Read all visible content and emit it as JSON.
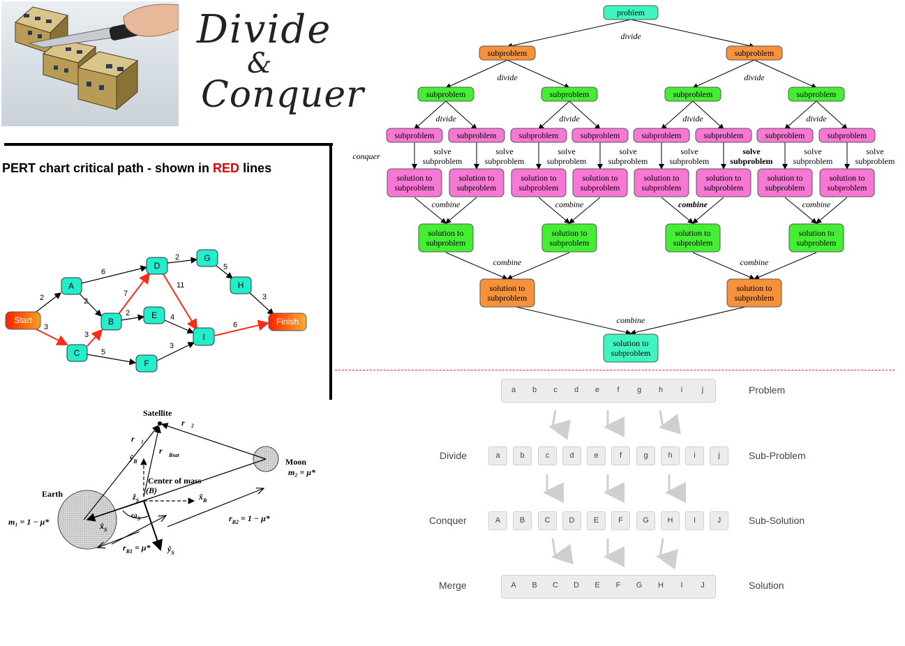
{
  "colors": {
    "teal": "#3ef5c0",
    "orange": "#f7923a",
    "green": "#44ee33",
    "pink": "#f777d4",
    "critical": "#ff2a1a",
    "pert_node": "#22eecc",
    "divider_red": "#e02020"
  },
  "title_graphic": {
    "line1": "Divide",
    "line2": "&",
    "line3": "Conquer"
  },
  "pert": {
    "title_prefix": "PERT chart critical path - shown in ",
    "title_red": "RED",
    "title_suffix": " lines",
    "nodes": [
      "Start",
      "A",
      "B",
      "C",
      "D",
      "E",
      "F",
      "G",
      "H",
      "I",
      "Finish"
    ],
    "edge_weights": [
      "2",
      "3",
      "6",
      "2",
      "3",
      "5",
      "7",
      "2",
      "11",
      "2",
      "4",
      "3",
      "5",
      "3",
      "6"
    ]
  },
  "physics": {
    "satellite": "Satellite",
    "moon": "Moon",
    "moon_mass": "m₂ = μ*",
    "earth": "Earth",
    "earth_mass": "m₁ = 1 − μ*",
    "center_of_mass": "Center of mass",
    "center_b": "(B)",
    "r1": "r⃗₁",
    "r2": "r⃗₂",
    "rbsat": "r⃗",
    "rbsat_sub": "Bsat",
    "yb": "ŷ",
    "yb_sub": "B",
    "zs": "ẑ",
    "zs_sub": "S",
    "xb": "x̂",
    "xb_sub": "B",
    "xs": "x̂",
    "xs_sub": "S",
    "ys": "ŷ",
    "ys_sub": "S",
    "omega": "ω",
    "omega_sub": "S",
    "rb2": "r",
    "rb2_sub": "B2",
    "rb2_val": " = 1 − μ*",
    "rb1": "r",
    "rb1_sub": "B1",
    "rb1_val": " = μ*"
  },
  "tree": {
    "root": "problem",
    "subproblem": "subproblem",
    "solution": "solution to",
    "solution2": "subproblem",
    "divide": "divide",
    "conquer": "conquer",
    "combine": "combine",
    "solve1": "solve",
    "solve2": "subproblem"
  },
  "merge_sort": {
    "problem_label": "Problem",
    "divide_label": "Divide",
    "subproblem_label": "Sub-Problem",
    "conquer_label": "Conquer",
    "subsolution_label": "Sub-Solution",
    "merge_label": "Merge",
    "solution_label": "Solution",
    "lower": [
      "a",
      "b",
      "c",
      "d",
      "e",
      "f",
      "g",
      "h",
      "i",
      "j"
    ],
    "upper": [
      "A",
      "B",
      "C",
      "D",
      "E",
      "F",
      "G",
      "H",
      "I",
      "J"
    ]
  }
}
